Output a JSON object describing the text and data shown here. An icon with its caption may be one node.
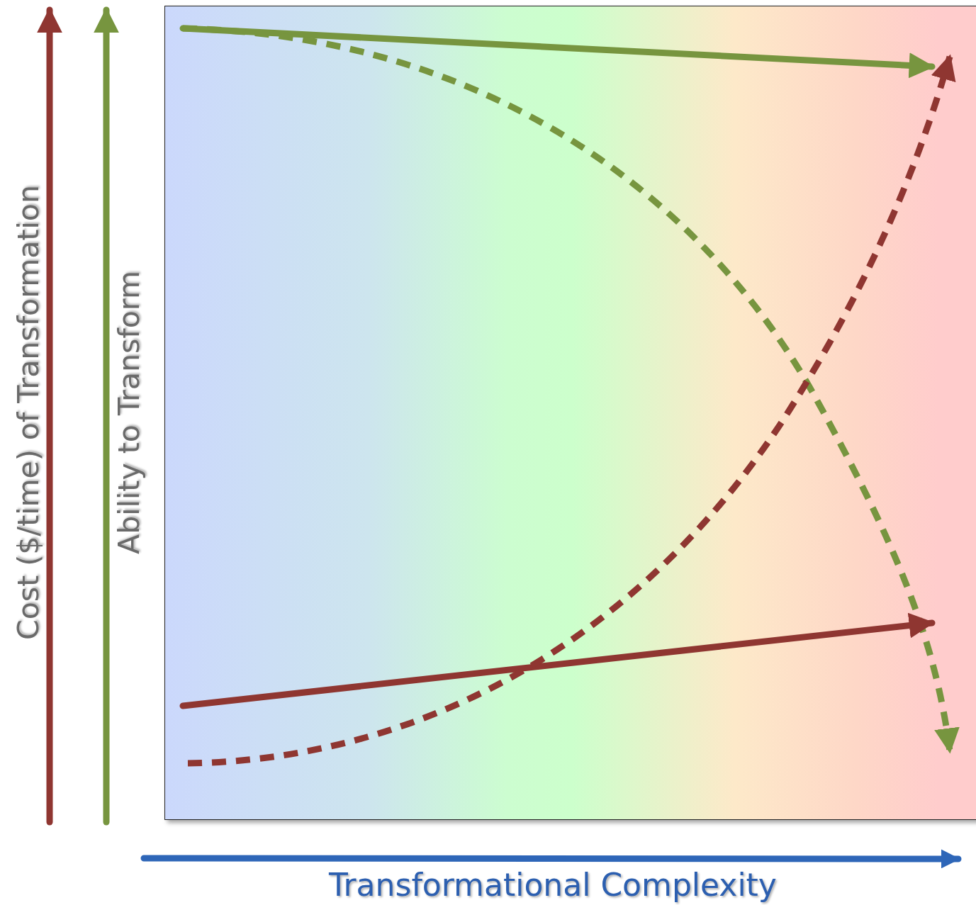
{
  "diagram": {
    "labels": [
      "Cost ($/time) of Transformation",
      "Ability to Transform",
      "Transformational Complexity"
    ]
  }
}
